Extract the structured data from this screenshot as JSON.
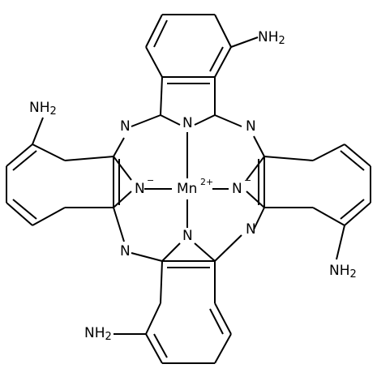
{
  "molecule": {
    "metal_label": "Mn",
    "metal_charge": "2+",
    "nitrogen_label": "N",
    "anion_charge": "−",
    "amino_label": "NH",
    "amino_subscript": "2",
    "line_color": "#000000",
    "background_color": "#ffffff"
  }
}
